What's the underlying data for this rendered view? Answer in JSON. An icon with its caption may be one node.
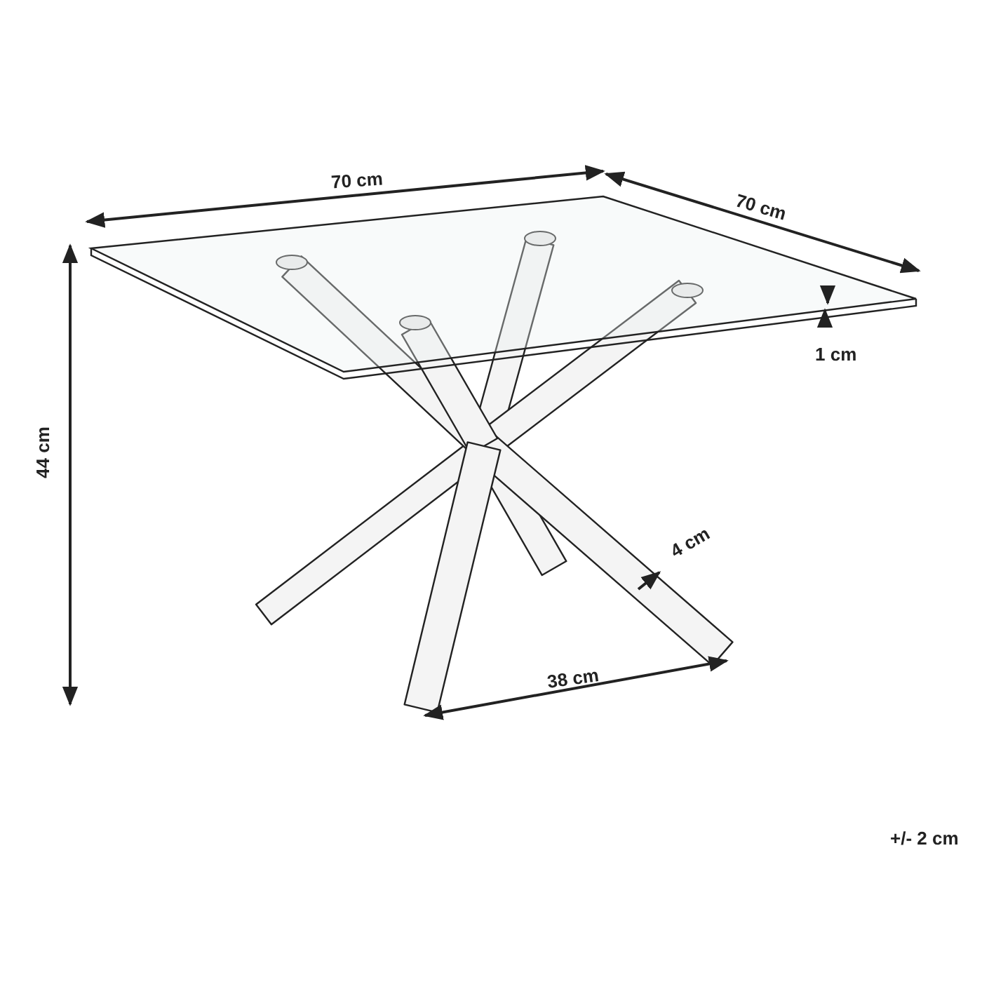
{
  "diagram": {
    "labels": [
      "70 cm",
      "70 cm",
      "1 cm",
      "44 cm",
      "4 cm",
      "38 cm",
      "+/- 2 cm"
    ]
  }
}
